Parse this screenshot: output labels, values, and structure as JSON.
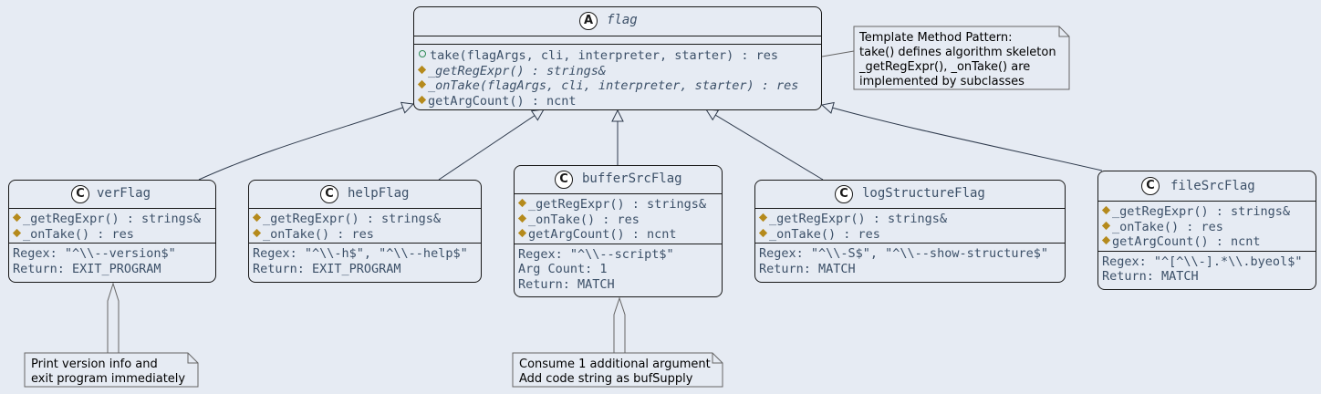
{
  "classes": {
    "flag": {
      "name": "flag",
      "stereotype": "A",
      "abstract": true,
      "methods": [
        {
          "vis": "public",
          "text": "take(flagArgs, cli, interpreter, starter) : res",
          "italic": false
        },
        {
          "vis": "protected",
          "text": "_getRegExpr() : strings&",
          "italic": true
        },
        {
          "vis": "protected",
          "text": "_onTake(flagArgs, cli, interpreter, starter) : res",
          "italic": true
        },
        {
          "vis": "protected",
          "text": "getArgCount() : ncnt",
          "italic": false
        }
      ]
    },
    "verFlag": {
      "name": "verFlag",
      "stereotype": "C",
      "methods": [
        {
          "vis": "protected",
          "text": "_getRegExpr() : strings&"
        },
        {
          "vis": "protected",
          "text": "_onTake() : res"
        }
      ],
      "info": [
        "Regex: \"^\\\\--version$\"",
        "Return: EXIT_PROGRAM"
      ]
    },
    "helpFlag": {
      "name": "helpFlag",
      "stereotype": "C",
      "methods": [
        {
          "vis": "protected",
          "text": "_getRegExpr() : strings&"
        },
        {
          "vis": "protected",
          "text": "_onTake() : res"
        }
      ],
      "info": [
        "Regex: \"^\\\\-h$\", \"^\\\\--help$\"",
        "Return: EXIT_PROGRAM"
      ]
    },
    "bufferSrcFlag": {
      "name": "bufferSrcFlag",
      "stereotype": "C",
      "methods": [
        {
          "vis": "protected",
          "text": "_getRegExpr() : strings&"
        },
        {
          "vis": "protected",
          "text": "_onTake() : res"
        },
        {
          "vis": "protected",
          "text": "getArgCount() : ncnt"
        }
      ],
      "info": [
        "Regex: \"^\\\\--script$\"",
        "Arg Count: 1",
        "Return: MATCH"
      ]
    },
    "logStructureFlag": {
      "name": "logStructureFlag",
      "stereotype": "C",
      "methods": [
        {
          "vis": "protected",
          "text": "_getRegExpr() : strings&"
        },
        {
          "vis": "protected",
          "text": "_onTake() : res"
        }
      ],
      "info": [
        "Regex: \"^\\\\-S$\", \"^\\\\--show-structure$\"",
        "Return: MATCH"
      ]
    },
    "fileSrcFlag": {
      "name": "fileSrcFlag",
      "stereotype": "C",
      "methods": [
        {
          "vis": "protected",
          "text": "_getRegExpr() : strings&"
        },
        {
          "vis": "protected",
          "text": "_onTake() : res"
        },
        {
          "vis": "protected",
          "text": "getArgCount() : ncnt"
        }
      ],
      "info": [
        "Regex: \"^[^\\\\-].*\\\\.byeol$\"",
        "Return: MATCH"
      ]
    }
  },
  "notes": {
    "template": [
      "Template Method Pattern:",
      "take() defines algorithm skeleton",
      "_getRegExpr(), _onTake() are",
      "implemented by subclasses"
    ],
    "version": [
      "Print version info and",
      "exit program immediately"
    ],
    "buffer": [
      "Consume 1 additional argument",
      "Add code string as bufSupply"
    ]
  },
  "colors": {
    "background": "#E6EBF3",
    "border": "#181818",
    "text": "#3C5068",
    "protected_marker": "#B58A1C",
    "public_marker": "#2E8B57",
    "link": "#2E3A4C"
  }
}
